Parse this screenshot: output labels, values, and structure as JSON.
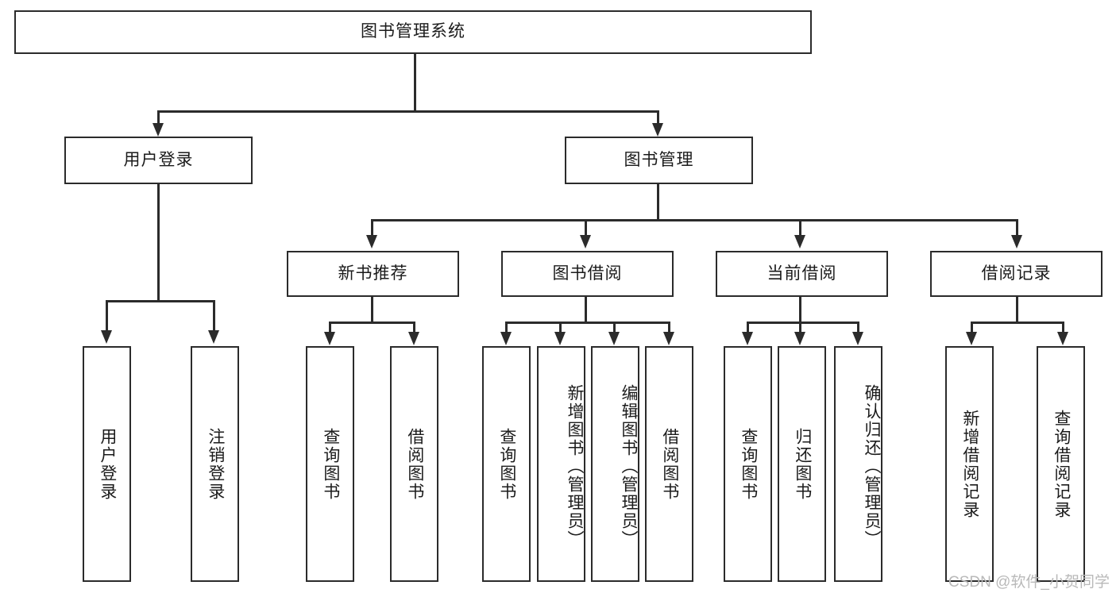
{
  "diagram": {
    "title": "图书管理系统",
    "watermark": "CSDN @软件_小贺同学"
  },
  "nodes": {
    "root": {
      "label": "图书管理系统"
    },
    "level2": [
      {
        "id": "user-login",
        "label": "用户登录"
      },
      {
        "id": "book-manage",
        "label": "图书管理"
      }
    ],
    "level3": [
      {
        "id": "new-book-recommend",
        "label": "新书推荐"
      },
      {
        "id": "book-borrow",
        "label": "图书借阅"
      },
      {
        "id": "current-borrow",
        "label": "当前借阅"
      },
      {
        "id": "borrow-record",
        "label": "借阅记录"
      }
    ],
    "leaves": [
      {
        "id": "leaf-user-login",
        "label": "用户登录",
        "parent": "user-login"
      },
      {
        "id": "leaf-logout",
        "label": "注销登录",
        "parent": "user-login"
      },
      {
        "id": "leaf-query-book-1",
        "label": "查询图书",
        "parent": "new-book-recommend"
      },
      {
        "id": "leaf-borrow-book-1",
        "label": "借阅图书",
        "parent": "new-book-recommend"
      },
      {
        "id": "leaf-query-book-2",
        "label": "查询图书",
        "parent": "book-borrow"
      },
      {
        "id": "leaf-add-book",
        "label": "新增图书（管理员）",
        "parent": "book-borrow"
      },
      {
        "id": "leaf-edit-book",
        "label": "编辑图书（管理员）",
        "parent": "book-borrow"
      },
      {
        "id": "leaf-borrow-book-2",
        "label": "借阅图书",
        "parent": "book-borrow"
      },
      {
        "id": "leaf-query-book-3",
        "label": "查询图书",
        "parent": "current-borrow"
      },
      {
        "id": "leaf-return-book",
        "label": "归还图书",
        "parent": "current-borrow"
      },
      {
        "id": "leaf-confirm-return",
        "label": "确认归还（管理员）",
        "parent": "current-borrow"
      },
      {
        "id": "leaf-add-record",
        "label": "新增借阅记录",
        "parent": "borrow-record"
      },
      {
        "id": "leaf-query-record",
        "label": "查询借阅记录",
        "parent": "borrow-record"
      }
    ]
  },
  "colors": {
    "stroke": "#2b2b2b",
    "text": "#1b1b1b",
    "background": "#ffffff",
    "watermark": "#b9b9b9"
  }
}
